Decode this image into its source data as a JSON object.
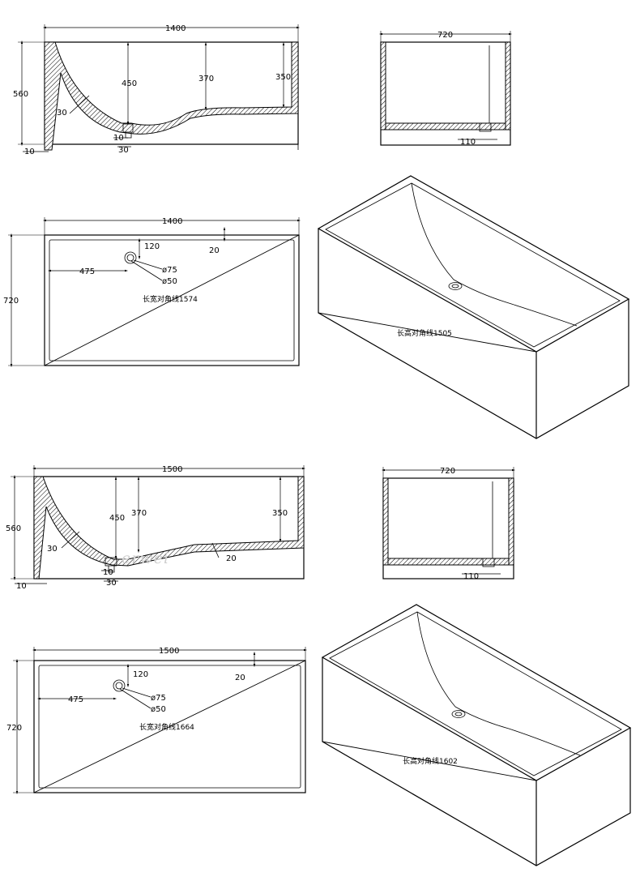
{
  "drawing_1400": {
    "side": {
      "length": "1400",
      "height": "560",
      "h450": "450",
      "h370": "370",
      "h350": "350",
      "wall": "30",
      "foot": "10",
      "drain_w": "10",
      "drain_off": "30"
    },
    "end": {
      "width": "720",
      "drain": "110"
    },
    "plan": {
      "length": "1400",
      "width": "720",
      "rim": "20",
      "drain_y": "120",
      "drain_x": "475",
      "d75": "ø75",
      "d50": "ø50",
      "diagonal": "长宽对角线1574"
    },
    "iso": {
      "diagonal": "长高对角线1505"
    }
  },
  "drawing_1500": {
    "side": {
      "length": "1500",
      "height": "560",
      "h450": "450",
      "h370": "370",
      "h350": "350",
      "wall": "30",
      "foot": "10",
      "drain_w": "10",
      "drain_off": "30",
      "h20": "20"
    },
    "end": {
      "width": "720",
      "drain": "110"
    },
    "plan": {
      "length": "1500",
      "width": "720",
      "rim": "20",
      "drain_y": "120",
      "drain_x": "475",
      "d75": "ø75",
      "d50": "ø50",
      "diagonal": "长宽对角线1664"
    },
    "iso": {
      "diagonal": "长高对角线1602"
    }
  },
  "watermark": "erwei"
}
